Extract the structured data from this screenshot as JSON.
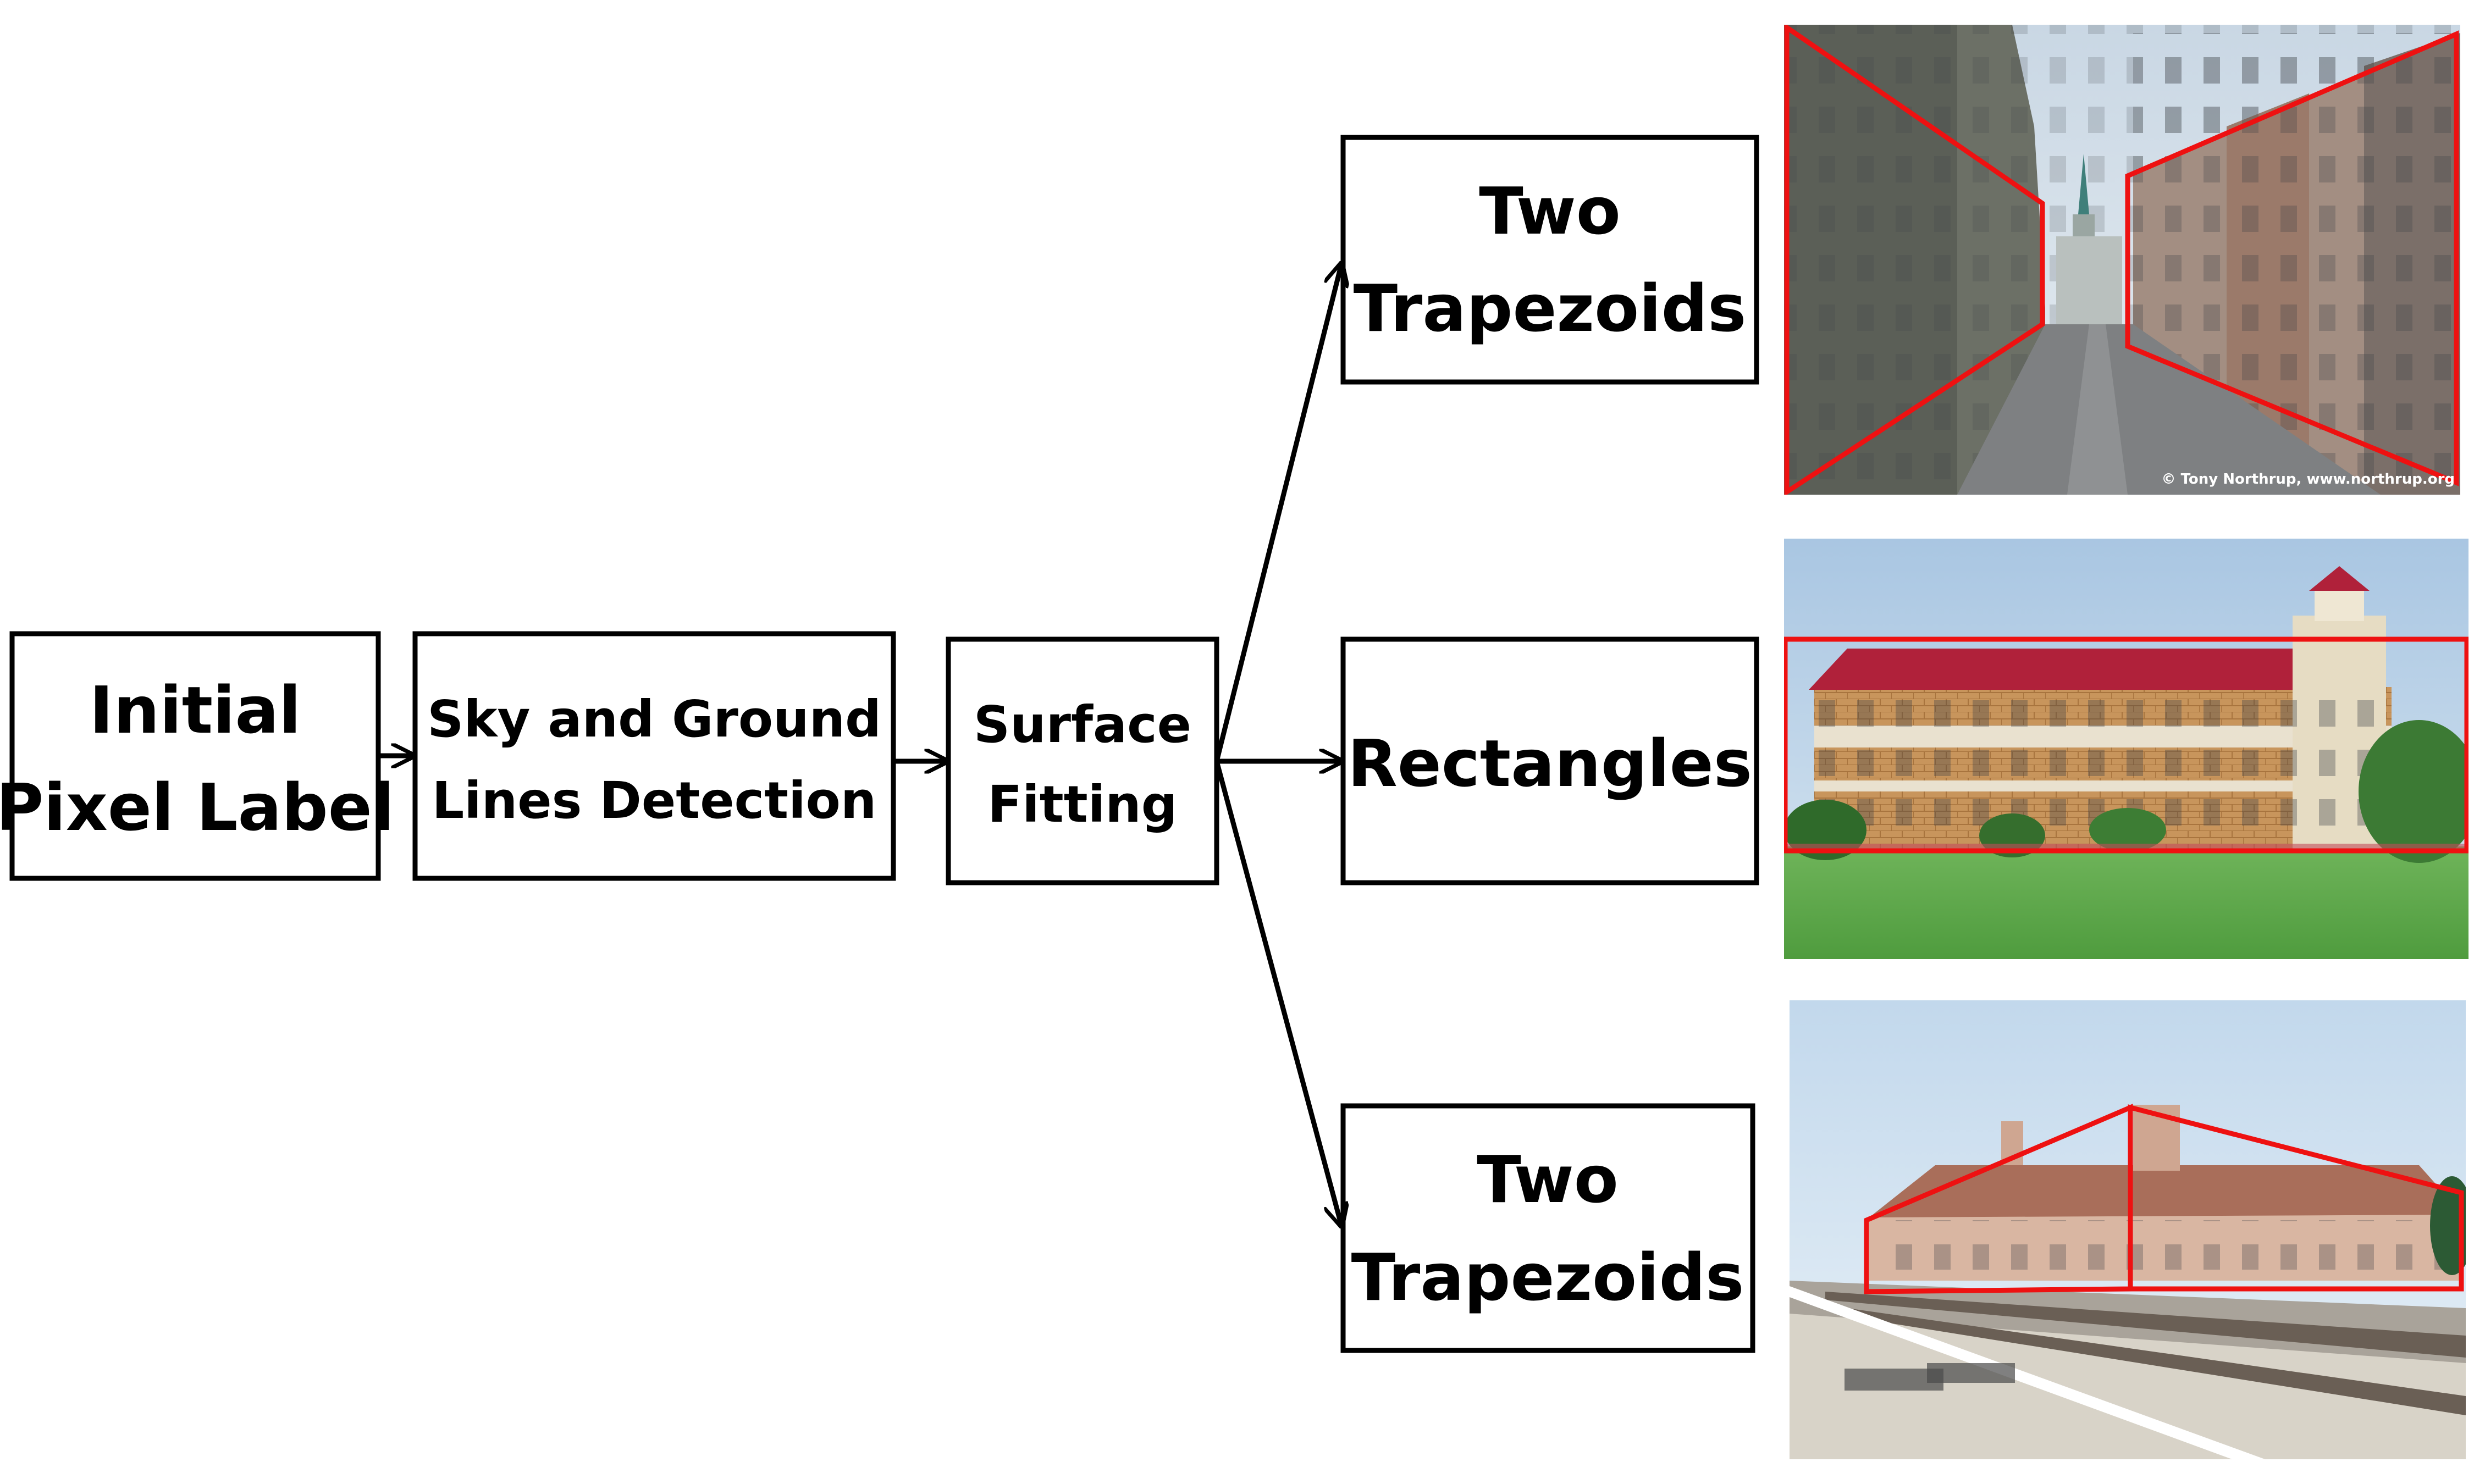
{
  "boxes": {
    "initial": [
      "Initial",
      "Pixel Label"
    ],
    "sky_ground": [
      "Sky and Ground",
      "Lines Detection"
    ],
    "surface": [
      "Surface",
      "Fitting"
    ],
    "top": [
      "Two",
      "Trapezoids"
    ],
    "middle": [
      "Rectangles"
    ],
    "bottom": [
      "Two",
      "Trapezoids"
    ]
  },
  "photos": {
    "street_credit": "© Tony Northrup, www.northrup.org"
  },
  "colors": {
    "outline": "#ee1111",
    "box_stroke": "#000000",
    "text": "#000000"
  }
}
